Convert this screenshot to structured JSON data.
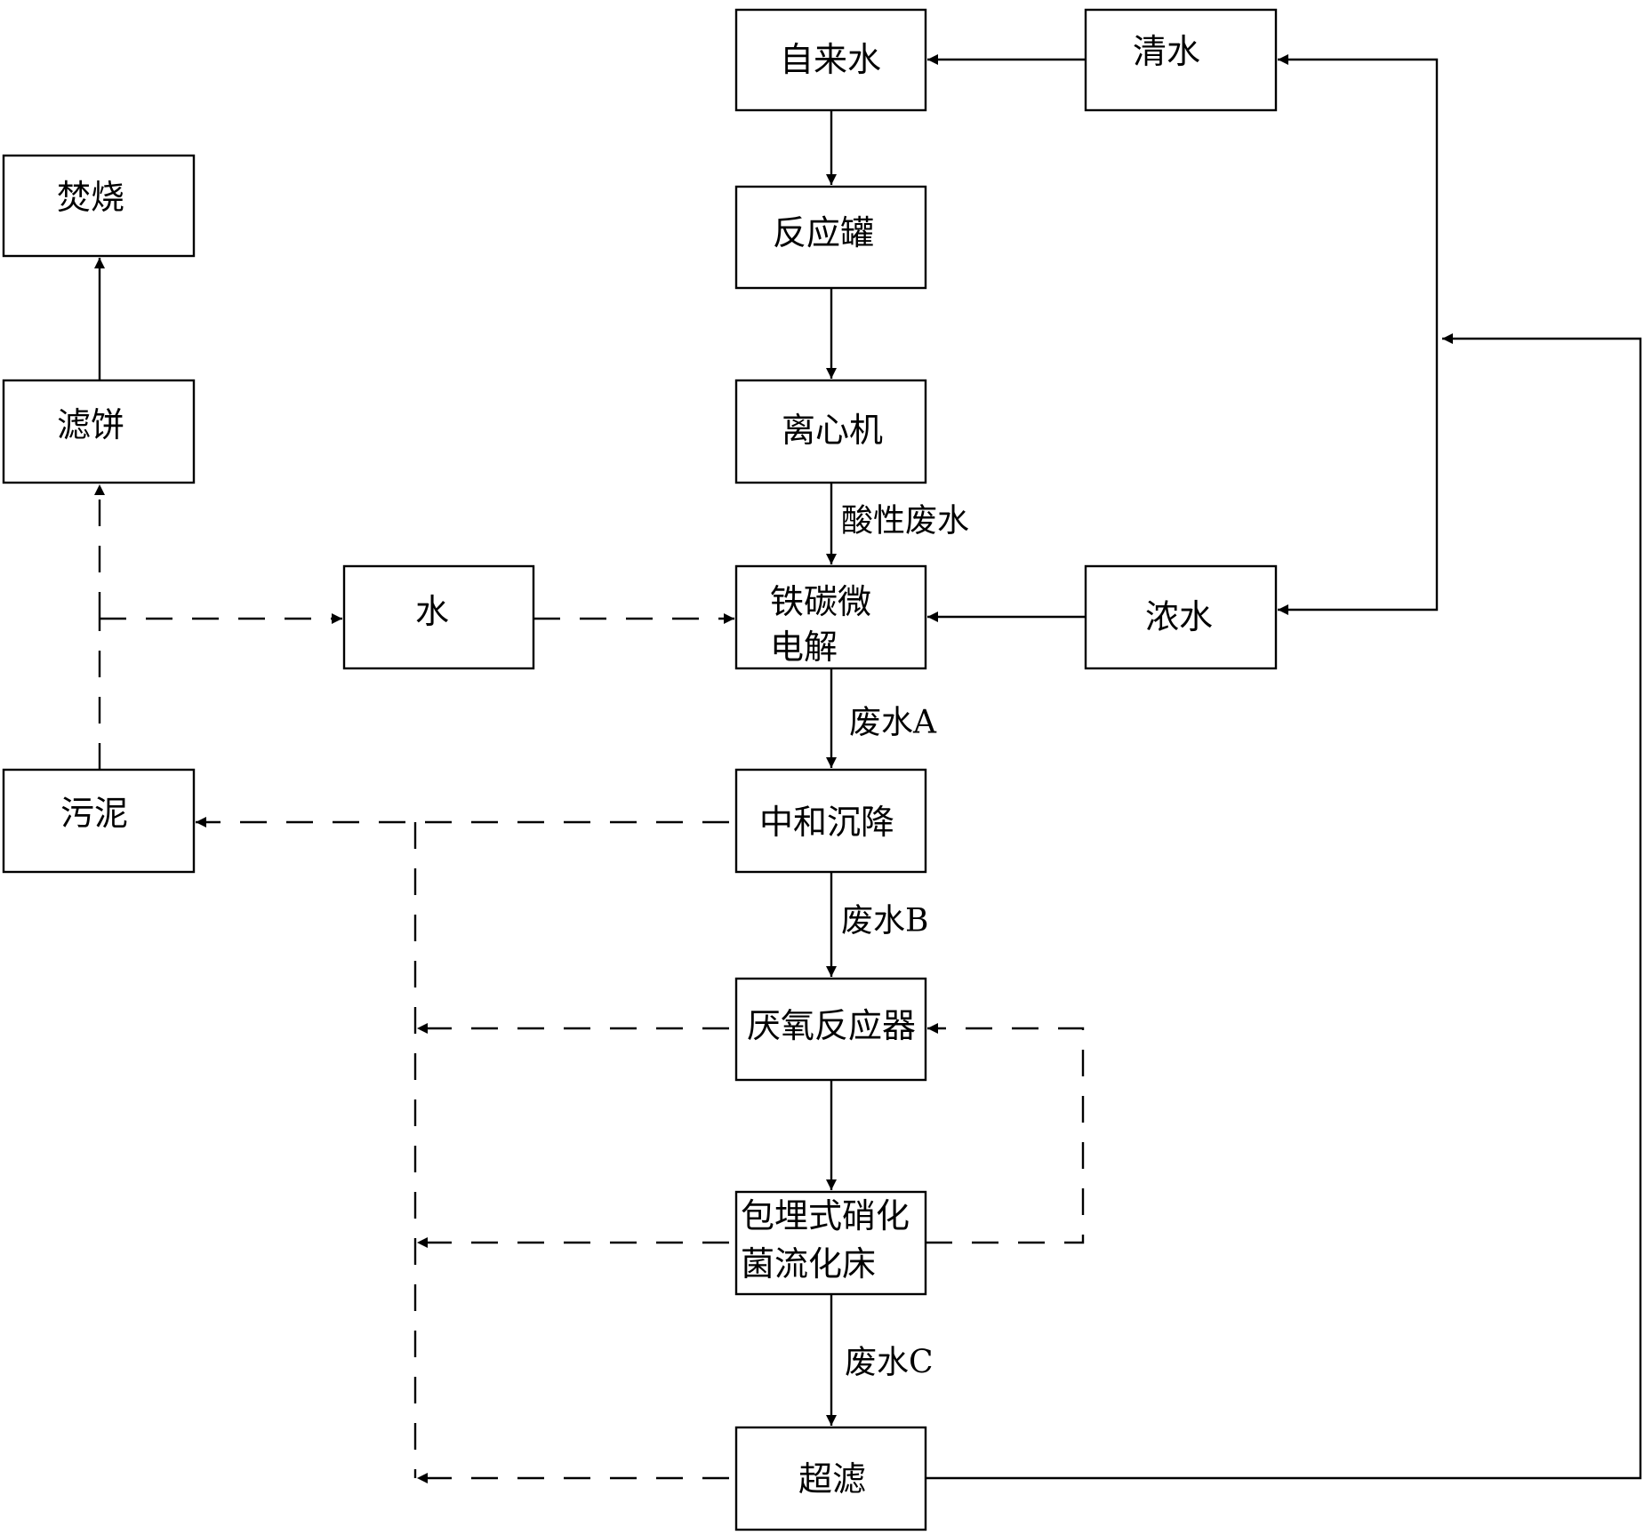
{
  "nodes": {
    "tap_water": "自来水",
    "clear_water": "清水",
    "reaction_tank": "反应罐",
    "centrifuge": "离心机",
    "iron_carbon": [
      "铁碳微",
      "电解"
    ],
    "water": "水",
    "concentrate": "浓水",
    "incineration": "焚烧",
    "filter_cake": "滤饼",
    "sludge": "污泥",
    "neutralization": "中和沉降",
    "anaerobic": "厌氧反应器",
    "fluidized_bed": [
      "包埋式硝化",
      "菌流化床"
    ],
    "ultrafiltration": "超滤"
  },
  "edge_labels": {
    "acidic_wastewater": "酸性废水",
    "wastewater_a": "废水A",
    "wastewater_b": "废水B",
    "wastewater_c": "废水C"
  },
  "colors": {
    "stroke": "#000000",
    "background": "#ffffff"
  }
}
